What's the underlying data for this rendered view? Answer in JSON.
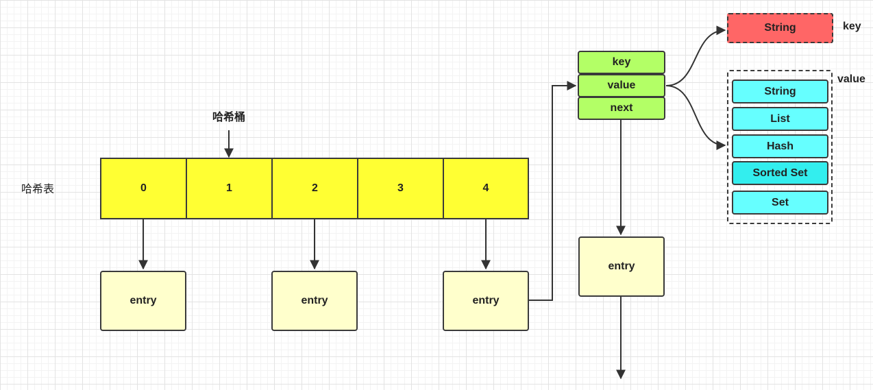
{
  "labels": {
    "hash_table": "哈希表",
    "hash_bucket": "哈希桶",
    "key_group": "key",
    "value_group": "value"
  },
  "buckets": [
    "0",
    "1",
    "2",
    "3",
    "4"
  ],
  "entries": {
    "bucket0": "entry",
    "bucket2": "entry",
    "bucket4": "entry",
    "chained": "entry"
  },
  "entry_fields": [
    "key",
    "value",
    "next"
  ],
  "key_type": "String",
  "value_types": [
    "String",
    "List",
    "Hash",
    "Sorted Set",
    "Set"
  ],
  "colors": {
    "bucket": "#ffff33",
    "entry": "#ffffcc",
    "field": "#b3ff66",
    "key_type": "#ff6666",
    "value_type": "#66ffff"
  }
}
